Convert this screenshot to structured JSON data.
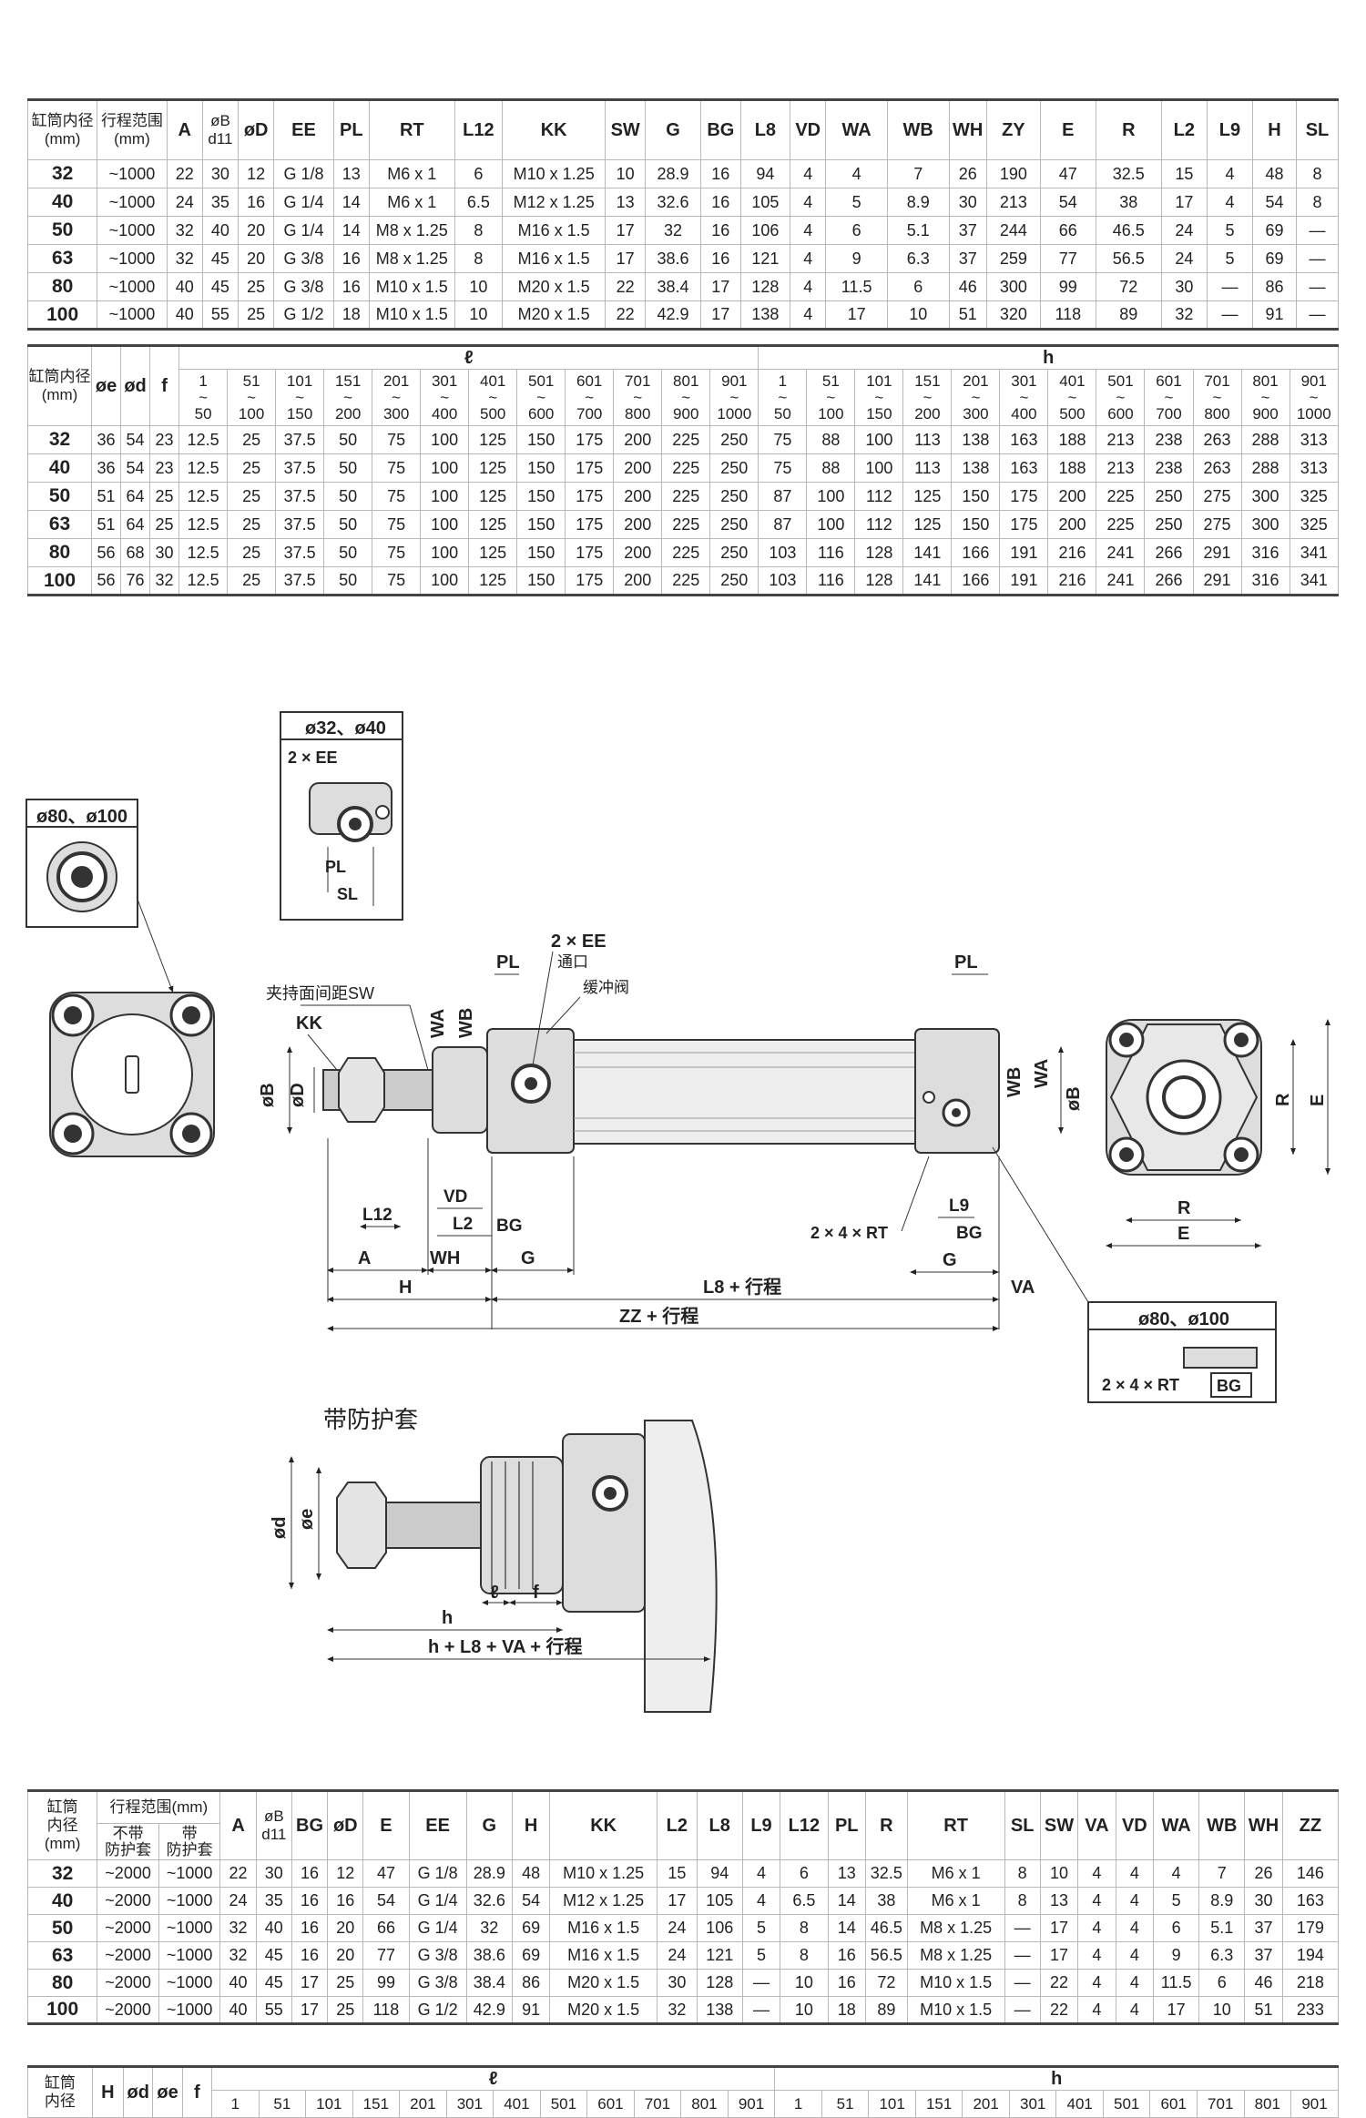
{
  "table1": {
    "headers": [
      "缸筒内径\n(mm)",
      "行程范围\n(mm)",
      "A",
      "øB\nd11",
      "øD",
      "EE",
      "PL",
      "RT",
      "L12",
      "KK",
      "SW",
      "G",
      "BG",
      "L8",
      "VD",
      "WA",
      "WB",
      "WH",
      "ZY",
      "E",
      "R",
      "L2",
      "L9",
      "H",
      "SL"
    ],
    "rows": [
      [
        "32",
        "~1000",
        "22",
        "30",
        "12",
        "G 1/8",
        "13",
        "M6 x 1",
        "6",
        "M10 x 1.25",
        "10",
        "28.9",
        "16",
        "94",
        "4",
        "4",
        "7",
        "26",
        "190",
        "47",
        "32.5",
        "15",
        "4",
        "48",
        "8"
      ],
      [
        "40",
        "~1000",
        "24",
        "35",
        "16",
        "G 1/4",
        "14",
        "M6 x 1",
        "6.5",
        "M12 x 1.25",
        "13",
        "32.6",
        "16",
        "105",
        "4",
        "5",
        "8.9",
        "30",
        "213",
        "54",
        "38",
        "17",
        "4",
        "54",
        "8"
      ],
      [
        "50",
        "~1000",
        "32",
        "40",
        "20",
        "G 1/4",
        "14",
        "M8 x 1.25",
        "8",
        "M16 x 1.5",
        "17",
        "32",
        "16",
        "106",
        "4",
        "6",
        "5.1",
        "37",
        "244",
        "66",
        "46.5",
        "24",
        "5",
        "69",
        "—"
      ],
      [
        "63",
        "~1000",
        "32",
        "45",
        "20",
        "G 3/8",
        "16",
        "M8 x 1.25",
        "8",
        "M16 x 1.5",
        "17",
        "38.6",
        "16",
        "121",
        "4",
        "9",
        "6.3",
        "37",
        "259",
        "77",
        "56.5",
        "24",
        "5",
        "69",
        "—"
      ],
      [
        "80",
        "~1000",
        "40",
        "45",
        "25",
        "G 3/8",
        "16",
        "M10 x 1.5",
        "10",
        "M20 x 1.5",
        "22",
        "38.4",
        "17",
        "128",
        "4",
        "11.5",
        "6",
        "46",
        "300",
        "99",
        "72",
        "30",
        "—",
        "86",
        "—"
      ],
      [
        "100",
        "~1000",
        "40",
        "55",
        "25",
        "G 1/2",
        "18",
        "M10 x 1.5",
        "10",
        "M20 x 1.5",
        "22",
        "42.9",
        "17",
        "138",
        "4",
        "17",
        "10",
        "51",
        "320",
        "118",
        "89",
        "32",
        "—",
        "91",
        "—"
      ]
    ]
  },
  "table2": {
    "bore_header": "缸筒内径\n(mm)",
    "fixed_headers": [
      "øe",
      "ød",
      "f"
    ],
    "group_l": "ℓ",
    "group_h": "h",
    "ranges_from": [
      "1",
      "51",
      "101",
      "151",
      "201",
      "301",
      "401",
      "501",
      "601",
      "701",
      "801",
      "901"
    ],
    "ranges_to": [
      "50",
      "100",
      "150",
      "200",
      "300",
      "400",
      "500",
      "600",
      "700",
      "800",
      "900",
      "1000"
    ],
    "tilde": "~",
    "rows": [
      [
        "32",
        "36",
        "54",
        "23",
        "12.5",
        "25",
        "37.5",
        "50",
        "75",
        "100",
        "125",
        "150",
        "175",
        "200",
        "225",
        "250",
        "75",
        "88",
        "100",
        "113",
        "138",
        "163",
        "188",
        "213",
        "238",
        "263",
        "288",
        "313"
      ],
      [
        "40",
        "36",
        "54",
        "23",
        "12.5",
        "25",
        "37.5",
        "50",
        "75",
        "100",
        "125",
        "150",
        "175",
        "200",
        "225",
        "250",
        "75",
        "88",
        "100",
        "113",
        "138",
        "163",
        "188",
        "213",
        "238",
        "263",
        "288",
        "313"
      ],
      [
        "50",
        "51",
        "64",
        "25",
        "12.5",
        "25",
        "37.5",
        "50",
        "75",
        "100",
        "125",
        "150",
        "175",
        "200",
        "225",
        "250",
        "87",
        "100",
        "112",
        "125",
        "150",
        "175",
        "200",
        "225",
        "250",
        "275",
        "300",
        "325"
      ],
      [
        "63",
        "51",
        "64",
        "25",
        "12.5",
        "25",
        "37.5",
        "50",
        "75",
        "100",
        "125",
        "150",
        "175",
        "200",
        "225",
        "250",
        "87",
        "100",
        "112",
        "125",
        "150",
        "175",
        "200",
        "225",
        "250",
        "275",
        "300",
        "325"
      ],
      [
        "80",
        "56",
        "68",
        "30",
        "12.5",
        "25",
        "37.5",
        "50",
        "75",
        "100",
        "125",
        "150",
        "175",
        "200",
        "225",
        "250",
        "103",
        "116",
        "128",
        "141",
        "166",
        "191",
        "216",
        "241",
        "266",
        "291",
        "316",
        "341"
      ],
      [
        "100",
        "56",
        "76",
        "32",
        "12.5",
        "25",
        "37.5",
        "50",
        "75",
        "100",
        "125",
        "150",
        "175",
        "200",
        "225",
        "250",
        "103",
        "116",
        "128",
        "141",
        "166",
        "191",
        "216",
        "241",
        "266",
        "291",
        "316",
        "341"
      ]
    ]
  },
  "drawing": {
    "inset_small": "ø32、ø40",
    "inset_small_ee": "2 × EE",
    "inset_small_pl": "PL",
    "inset_small_sl": "SL",
    "inset_large": "ø80、ø100",
    "label_sw": "夹持面间距SW",
    "label_kk": "KK",
    "label_ob": "øB",
    "label_od": "øD",
    "label_wa": "WA",
    "label_wb": "WB",
    "label_pl": "PL",
    "label_ee": "2 × EE",
    "label_port": "通口",
    "label_cushion": "缓冲阀",
    "label_pl_right": "PL",
    "label_wb_right": "WB",
    "label_wa_right": "WA",
    "label_ob_right": "øB",
    "label_l12": "L12",
    "label_vd": "VD",
    "label_l2": "L2",
    "label_bg": "BG",
    "label_a": "A",
    "label_wh": "WH",
    "label_g": "G",
    "label_h": "H",
    "label_l8": "L8 + 行程",
    "label_zz": "ZZ + 行程",
    "label_rt": "2 × 4 × RT",
    "label_l9": "L9",
    "label_bg_right": "BG",
    "label_g_right": "G",
    "label_va": "VA",
    "label_r": "R",
    "label_e": "E",
    "label_r_side": "R",
    "label_e_side": "E",
    "inset_bottom": "ø80、ø100",
    "inset_bottom_rt": "2 × 4 × RT",
    "inset_bottom_bg": "BG",
    "boot_title": "带防护套",
    "boot_od": "ød",
    "boot_oe": "øe",
    "boot_l": "ℓ",
    "boot_f": "f",
    "boot_h": "h",
    "boot_total": "h + L8 + VA + 行程"
  },
  "table3": {
    "bore_header": "缸筒\n内径\n(mm)",
    "stroke_group": "行程范围(mm)",
    "stroke_sub": [
      "不带\n防护套",
      "带\n防护套"
    ],
    "headers": [
      "A",
      "øB\nd11",
      "BG",
      "øD",
      "E",
      "EE",
      "G",
      "H",
      "KK",
      "L2",
      "L8",
      "L9",
      "L12",
      "PL",
      "R",
      "RT",
      "SL",
      "SW",
      "VA",
      "VD",
      "WA",
      "WB",
      "WH",
      "ZZ"
    ],
    "rows": [
      [
        "32",
        "~2000",
        "~1000",
        "22",
        "30",
        "16",
        "12",
        "47",
        "G 1/8",
        "28.9",
        "48",
        "M10 x 1.25",
        "15",
        "94",
        "4",
        "6",
        "13",
        "32.5",
        "M6 x 1",
        "8",
        "10",
        "4",
        "4",
        "4",
        "7",
        "26",
        "146"
      ],
      [
        "40",
        "~2000",
        "~1000",
        "24",
        "35",
        "16",
        "16",
        "54",
        "G 1/4",
        "32.6",
        "54",
        "M12 x 1.25",
        "17",
        "105",
        "4",
        "6.5",
        "14",
        "38",
        "M6 x 1",
        "8",
        "13",
        "4",
        "4",
        "5",
        "8.9",
        "30",
        "163"
      ],
      [
        "50",
        "~2000",
        "~1000",
        "32",
        "40",
        "16",
        "20",
        "66",
        "G 1/4",
        "32",
        "69",
        "M16 x 1.5",
        "24",
        "106",
        "5",
        "8",
        "14",
        "46.5",
        "M8 x 1.25",
        "—",
        "17",
        "4",
        "4",
        "6",
        "5.1",
        "37",
        "179"
      ],
      [
        "63",
        "~2000",
        "~1000",
        "32",
        "45",
        "16",
        "20",
        "77",
        "G 3/8",
        "38.6",
        "69",
        "M16 x 1.5",
        "24",
        "121",
        "5",
        "8",
        "16",
        "56.5",
        "M8 x 1.25",
        "—",
        "17",
        "4",
        "4",
        "9",
        "6.3",
        "37",
        "194"
      ],
      [
        "80",
        "~2000",
        "~1000",
        "40",
        "45",
        "17",
        "25",
        "99",
        "G 3/8",
        "38.4",
        "86",
        "M20 x 1.5",
        "30",
        "128",
        "—",
        "10",
        "16",
        "72",
        "M10 x 1.5",
        "—",
        "22",
        "4",
        "4",
        "11.5",
        "6",
        "46",
        "218"
      ],
      [
        "100",
        "~2000",
        "~1000",
        "40",
        "55",
        "17",
        "25",
        "118",
        "G 1/2",
        "42.9",
        "91",
        "M20 x 1.5",
        "32",
        "138",
        "—",
        "10",
        "18",
        "89",
        "M10 x 1.5",
        "—",
        "22",
        "4",
        "4",
        "17",
        "10",
        "51",
        "233"
      ]
    ]
  },
  "table4": {
    "bore_header": "缸筒\n内径",
    "fixed_headers": [
      "H",
      "ød",
      "øe",
      "f"
    ],
    "group_l": "ℓ",
    "group_h": "h",
    "ranges_from": [
      "1",
      "51",
      "101",
      "151",
      "201",
      "301",
      "401",
      "501",
      "601",
      "701",
      "801",
      "901"
    ]
  }
}
